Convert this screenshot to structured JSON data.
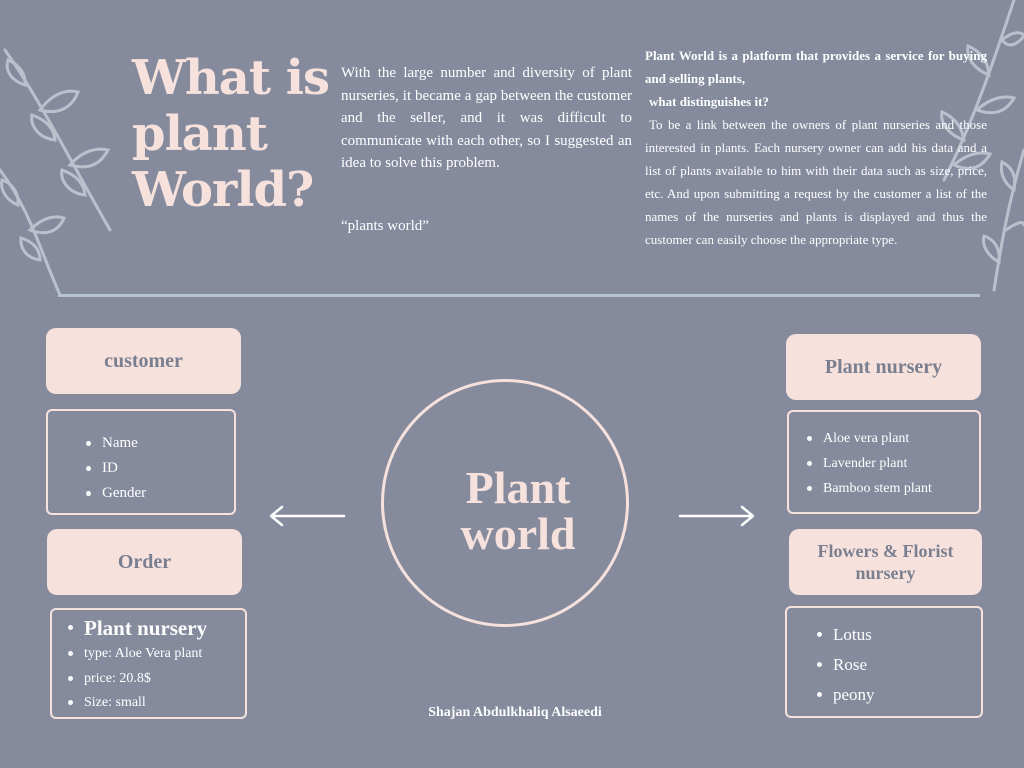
{
  "title": "What is plant World?",
  "intro": {
    "paragraph": "With the large number and diversity of plant nurseries, it became a gap between the customer and the seller, and it was difficult to communicate with each other, so I suggested an idea to solve this problem.",
    "quote": "“plants world”"
  },
  "platform": {
    "line1": "Plant World is a platform that provides a service for buying and selling plants,",
    "line2": "what distinguishes it?",
    "body": "To be a link between the owners of plant nurseries and those interested in plants. Each nursery owner can add his data and a list of plants available to him with their data such as size, price, etc. And upon submitting a request by the customer a list of the names of the nurseries and plants is displayed and thus the customer can easily choose the appropriate type."
  },
  "center": {
    "line1": "Plant",
    "line2": "world"
  },
  "customer": {
    "label": "customer",
    "fields": [
      "Name",
      "ID",
      "Gender"
    ]
  },
  "order": {
    "label": "Order",
    "heading": "Plant nursery",
    "details": [
      "type: Aloe Vera plant",
      "price:  20.8$",
      "Size: small"
    ]
  },
  "plant_nursery": {
    "label": "Plant nursery",
    "plants": [
      "Aloe vera plant",
      "Lavender plant",
      "Bamboo stem plant"
    ]
  },
  "florist": {
    "label": "Flowers & Florist nursery",
    "flowers": [
      "Lotus",
      "Rose",
      "peony"
    ]
  },
  "author": "Shajan Abdulkhaliq Alsaeedi",
  "colors": {
    "background": "#858b9d",
    "accent_pink": "#f6e1dc",
    "pill_text": "#7a7f90",
    "divider": "#b7c4d6"
  },
  "icons": [
    "leaf-branch-decoration",
    "left-arrow-icon",
    "right-arrow-icon"
  ]
}
